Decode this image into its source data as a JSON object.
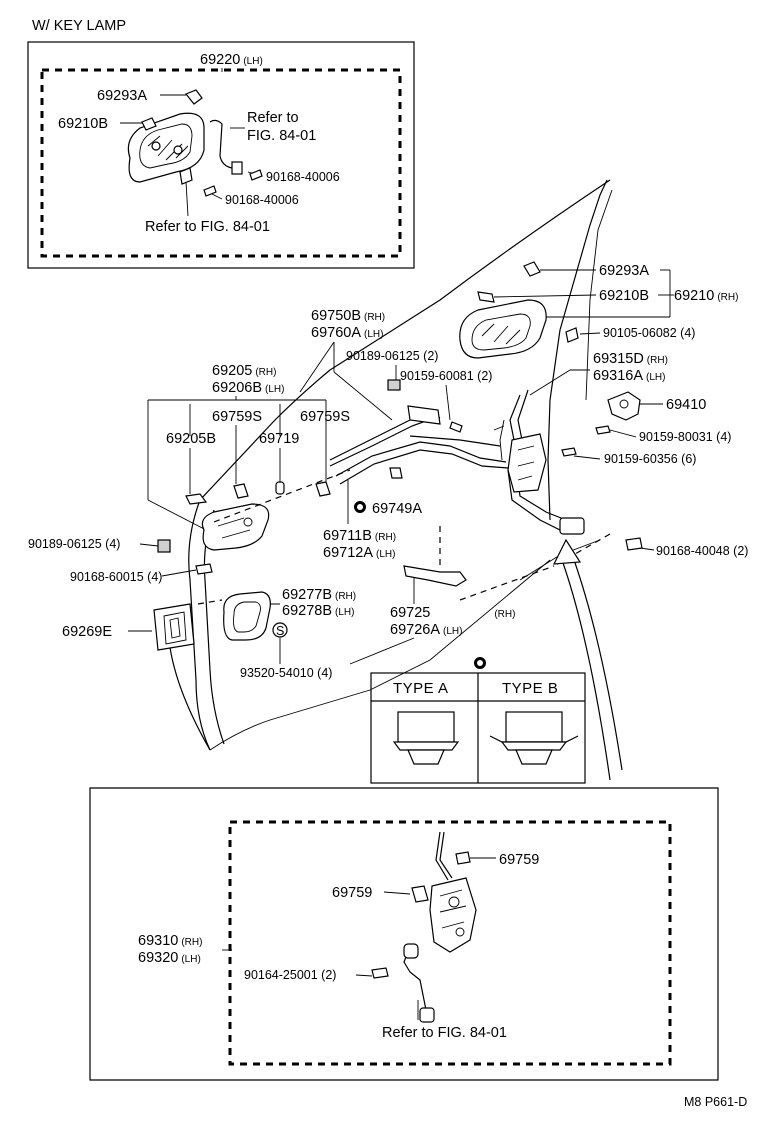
{
  "key_lamp_box": {
    "heading": "W/ KEY  LAMP",
    "handle_lh": {
      "num": "69220",
      "sub": "(LH)"
    },
    "key_cover": "69293A",
    "handle": "69210B",
    "refer1a": "Refer to",
    "refer1b": "FIG. 84-01",
    "screw1": "90168-40006",
    "screw2": "90168-40006",
    "refer2": "Refer to FIG. 84-01"
  },
  "main": {
    "p69293A": "69293A",
    "p69210B": "69210B",
    "p69210": {
      "num": "69210",
      "sub": "(RH)"
    },
    "p90105": "90105-06082 (4)",
    "p69750B": {
      "num": "69750B",
      "sub": "(RH)"
    },
    "p69760A": {
      "num": "69760A",
      "sub": "(LH)"
    },
    "p90189a": "90189-06125 (2)",
    "p90159a": "90159-60081 (2)",
    "p69315D": {
      "num": "69315D",
      "sub": "(RH)"
    },
    "p69316A": {
      "num": "69316A",
      "sub": "(LH)"
    },
    "p69410": "69410",
    "p90159b": "90159-80031 (4)",
    "p90159c": "90159-60356 (6)",
    "p69205": {
      "num": "69205",
      "sub": "(RH)"
    },
    "p69206B": {
      "num": "69206B",
      "sub": "(LH)"
    },
    "p69759S_a": "69759S",
    "p69759S_b": "69759S",
    "p69205B": "69205B",
    "p69719": "69719",
    "p69749A": "69749A",
    "p69711B": {
      "num": "69711B",
      "sub": "(RH)"
    },
    "p69712A": {
      "num": "69712A",
      "sub": "(LH)"
    },
    "p90189b": "90189-06125 (4)",
    "p90168a": "90168-60015 (4)",
    "p90168b": "90168-40048 (2)",
    "p69277B": {
      "num": "69277B",
      "sub": "(RH)"
    },
    "p69278B": {
      "num": "69278B",
      "sub": "(LH)"
    },
    "p69269E": "69269E",
    "p69725": {
      "num": "69725",
      "sub": "(RH)"
    },
    "p69726A": {
      "num": "69726A",
      "sub": "(LH)"
    },
    "p93520": "93520-54010 (4)",
    "s_symbol": "S"
  },
  "type_box": {
    "type_a": "TYPE A",
    "type_b": "TYPE B"
  },
  "lock_box": {
    "p69759_a": "69759",
    "p69759_b": "69759",
    "p69310": {
      "num": "69310",
      "sub": "(RH)"
    },
    "p69320": {
      "num": "69320",
      "sub": "(LH)"
    },
    "p90164": "90164-25001 (2)",
    "refer3": "Refer to FIG. 84-01"
  },
  "footer": "M8  P661-D"
}
